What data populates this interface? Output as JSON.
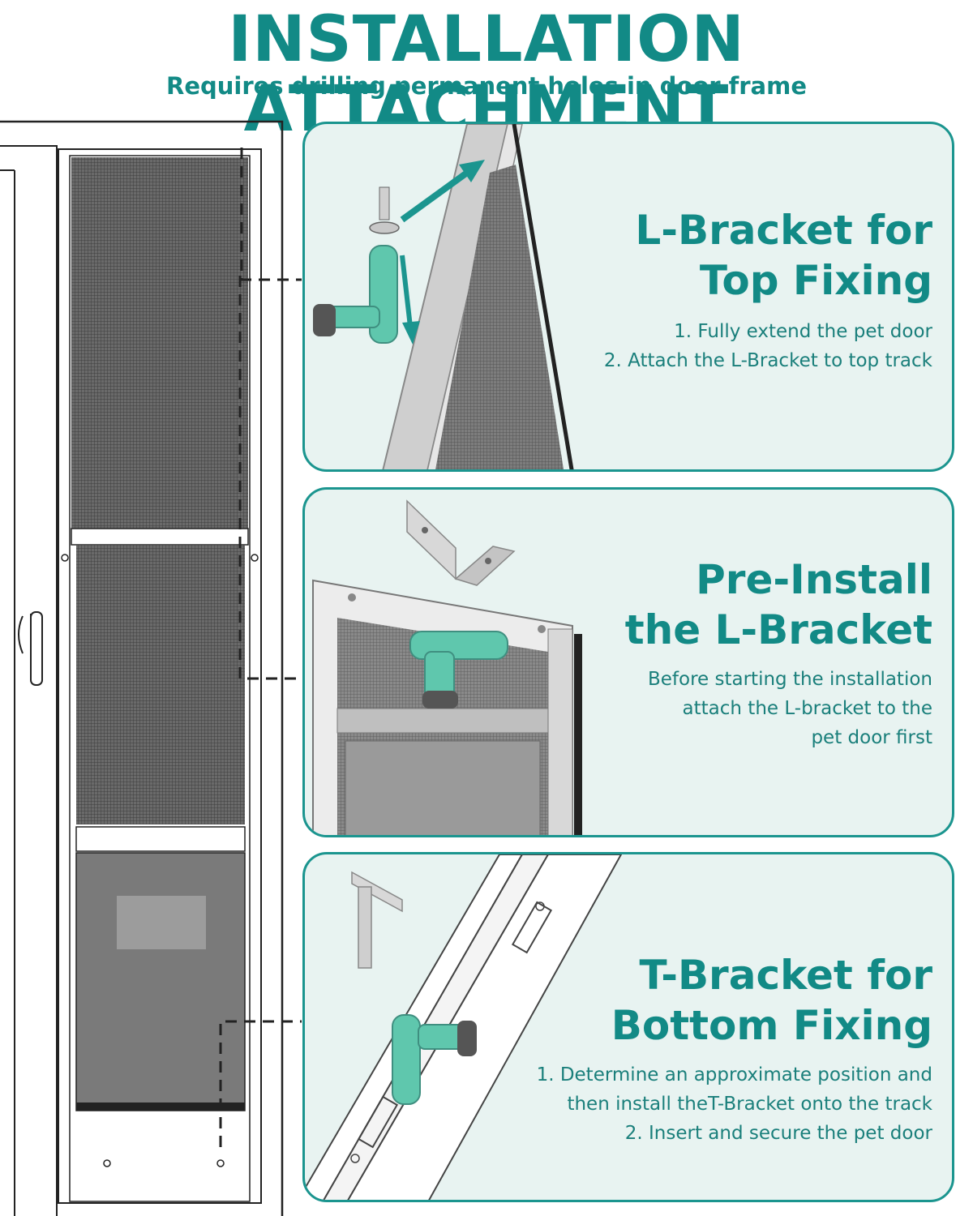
{
  "header": {
    "title": "INSTALLATION ATTACHMENT",
    "subtitle": "Requires drilling permanent holes in door frame"
  },
  "colors": {
    "accent": "#128a86",
    "panel_bg": "#e8f3f1",
    "panel_border": "#1b958f",
    "drill": "#5fc7ad"
  },
  "steps": [
    {
      "heading": [
        "L-Bracket for",
        "Top Fixing"
      ],
      "lines": [
        "1. Fully extend the pet door",
        "2. Attach the L-Bracket to top track"
      ]
    },
    {
      "heading": [
        "Pre-Install",
        "the L-Bracket"
      ],
      "lines": [
        "Before starting the installation",
        "attach the L-bracket to the",
        "pet door first"
      ]
    },
    {
      "heading": [
        "T-Bracket for",
        "Bottom Fixing"
      ],
      "lines": [
        "1. Determine an approximate position and",
        "then install theT-Bracket onto the track",
        "2. Insert and secure the pet door"
      ]
    }
  ]
}
